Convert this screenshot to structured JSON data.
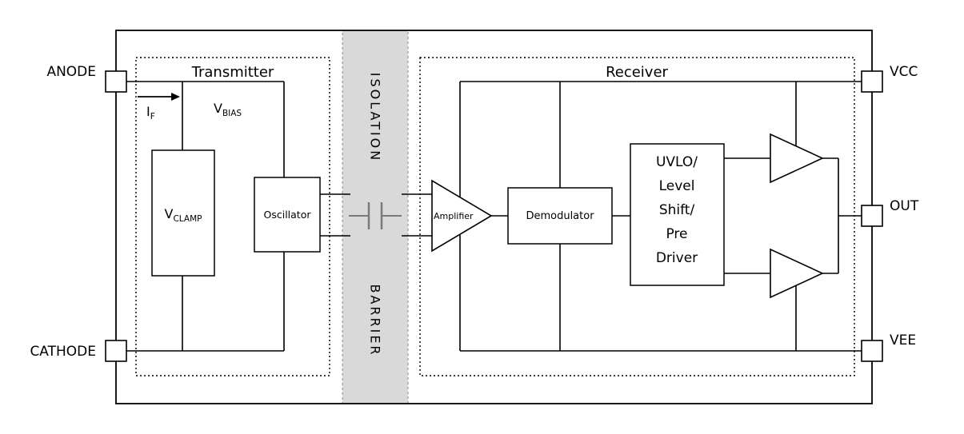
{
  "diagram": {
    "pins": {
      "anode": "ANODE",
      "cathode": "CATHODE",
      "vcc": "VCC",
      "out": "OUT",
      "vee": "VEE"
    },
    "transmitter": {
      "title": "Transmitter",
      "current_main": "I",
      "current_sub": "F",
      "bias_main": "V",
      "bias_sub": "BIAS",
      "clamp_main": "V",
      "clamp_sub": "CLAMP",
      "oscillator": "Oscillator"
    },
    "isolation": {
      "word_top": "ISOLATION",
      "word_bottom": "BARRIER"
    },
    "receiver": {
      "title": "Receiver",
      "amplifier": "Amplifier",
      "demodulator": "Demodulator",
      "uvlo_lines": [
        "UVLO/",
        "Level",
        "Shift/",
        "Pre",
        "Driver"
      ]
    },
    "colors": {
      "line": "#000000",
      "barrier_fill": "#d9d9d9",
      "capacitor_stroke": "#7a7a7a",
      "background": "#ffffff"
    }
  }
}
